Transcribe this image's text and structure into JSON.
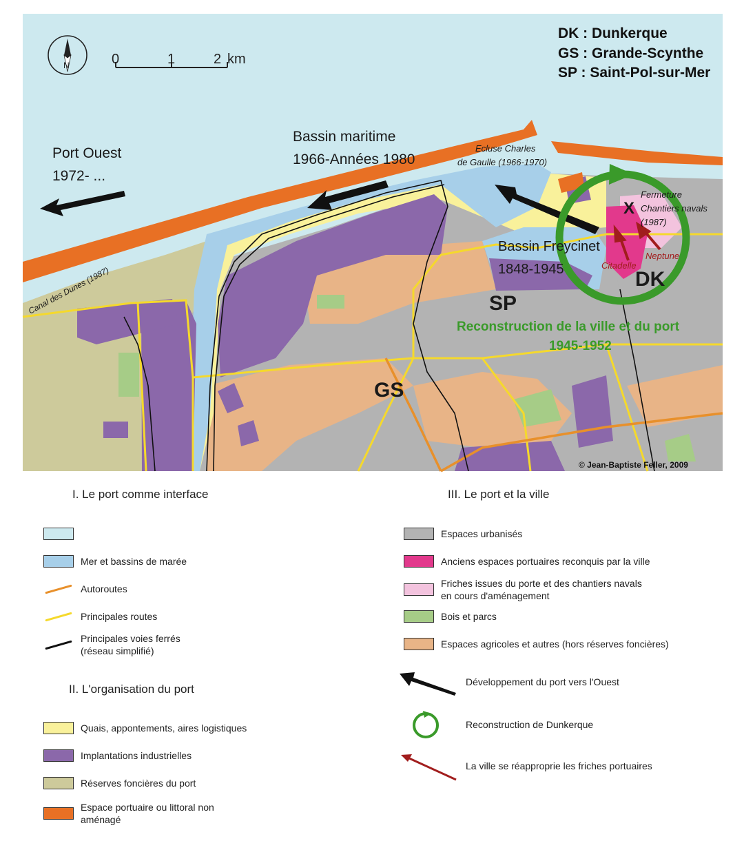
{
  "map": {
    "scale": {
      "ticks": [
        "0",
        "1",
        "2"
      ],
      "unit": "km"
    },
    "compass_letter": "N",
    "abbreviations": [
      {
        "code": "DK",
        "name": "Dunkerque"
      },
      {
        "code": "GS",
        "name": "Grande-Scynthe"
      },
      {
        "code": "SP",
        "name": "Saint-Pol-sur-Mer"
      }
    ],
    "labels": {
      "port_ouest_name": "Port Ouest",
      "port_ouest_dates": "1972- ...",
      "bassin_maritime_name": "Bassin maritime",
      "bassin_maritime_dates": "1966-Années 1980",
      "ecluse_line1": "Ecluse Charles",
      "ecluse_line2": "de Gaulle (1966-1970)",
      "fermeture_line1": "Fermeture",
      "fermeture_line2": "Chantiers navals",
      "fermeture_line3": "(1987)",
      "x_mark": "X",
      "bassin_freycinet_name": "Bassin Freycinet",
      "bassin_freycinet_dates": "1848-1945",
      "citadelle": "Citadelle",
      "neptune": "Neptune",
      "dk": "DK",
      "sp": "SP",
      "gs": "GS",
      "canal": "Canal des Dunes (1987)",
      "reconstruction_line1": "Reconstruction de la ville et du port",
      "reconstruction_line2": "1945-1952",
      "copyright": "© Jean-Baptiste Feller, 2009"
    },
    "colors": {
      "sea": "#cde9ef",
      "water": "#a7cfe9",
      "orange_coast": "#e87024",
      "industry": "#8b68aa",
      "quays": "#f9f19b",
      "urban": "#b3b3b3",
      "agri": "#e8b487",
      "reserve": "#cdca9b",
      "woods": "#a6cc87",
      "reconquered": "#e2398c",
      "friches": "#f3c3de",
      "roads": "#f5d92c",
      "motorway": "#e8902b",
      "rail": "#111111",
      "reconstruction_green": "#3a9a2a",
      "reappropriation_red": "#a11d1d"
    }
  },
  "legend": {
    "section1_title": "I. Le port comme interface",
    "section2_title": "II. L'organisation du port",
    "section3_title": "III. Le port et la ville",
    "items1": [
      {
        "label": ""
      },
      {
        "label": "Mer et bassins de marée"
      },
      {
        "label": "Autoroutes"
      },
      {
        "label": "Principales routes"
      },
      {
        "label_line1": "Principales voies ferrés",
        "label_line2": "(réseau simplifié)"
      }
    ],
    "items2": [
      {
        "label": "Quais, appontements, aires logistiques"
      },
      {
        "label": "Implantations industrielles"
      },
      {
        "label": "Réserves foncières du port"
      },
      {
        "label_line1": "Espace portuaire ou littoral non",
        "label_line2": "aménagé"
      }
    ],
    "items3": [
      {
        "label": "Espaces urbanisés"
      },
      {
        "label": "Anciens espaces portuaires reconquis par la ville"
      },
      {
        "label_line1": "Friches issues du porte et des chantiers navals",
        "label_line2": "en cours d'aménagement"
      },
      {
        "label": "Bois et parcs"
      },
      {
        "label": "Espaces agricoles et autres (hors réserves foncières)"
      },
      {
        "label": "Développement du port vers l'Ouest"
      },
      {
        "label": "Reconstruction de Dunkerque"
      },
      {
        "label": "La ville se réapproprie les friches portuaires"
      }
    ]
  }
}
